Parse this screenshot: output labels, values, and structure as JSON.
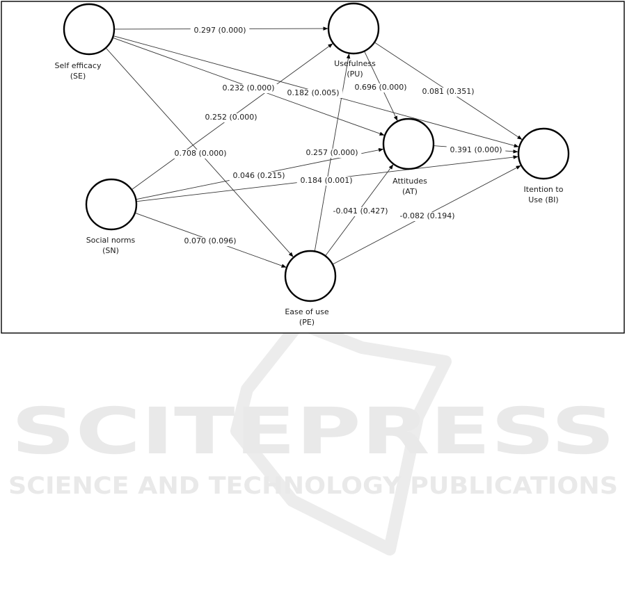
{
  "diagram": {
    "nodes": [
      {
        "id": "SE",
        "label_lines": [
          "Self efficacy",
          "(SE)"
        ]
      },
      {
        "id": "PU",
        "label_lines": [
          "Usefulness",
          "(PU)"
        ]
      },
      {
        "id": "AT",
        "label_lines": [
          "Attitudes",
          "(AT)"
        ]
      },
      {
        "id": "BI",
        "label_lines": [
          "Itention to",
          "Use (BI)"
        ]
      },
      {
        "id": "SN",
        "label_lines": [
          "Social norms",
          "(SN)"
        ]
      },
      {
        "id": "PE",
        "label_lines": [
          "Ease of use",
          "(PE)"
        ]
      }
    ],
    "edges": [
      {
        "from": "SE",
        "to": "PU",
        "label": "0.297 (0.000)"
      },
      {
        "from": "SE",
        "to": "AT",
        "label": "0.232 (0.000)"
      },
      {
        "from": "SE",
        "to": "BI",
        "label": "0.182 (0.005)"
      },
      {
        "from": "SE",
        "to": "PE",
        "label": "0.708 (0.000)"
      },
      {
        "from": "SN",
        "to": "PU",
        "label": "0.252 (0.000)"
      },
      {
        "from": "SN",
        "to": "AT",
        "label": "0.046 (0.215)"
      },
      {
        "from": "SN",
        "to": "BI",
        "label": "0.184 (0.001)"
      },
      {
        "from": "SN",
        "to": "PE",
        "label": "0.070 (0.096)"
      },
      {
        "from": "PU",
        "to": "AT",
        "label": "0.696 (0.000)"
      },
      {
        "from": "PU",
        "to": "BI",
        "label": "0.081 (0.351)"
      },
      {
        "from": "AT",
        "to": "BI",
        "label": "0.391 (0.000)"
      },
      {
        "from": "PE",
        "to": "PU",
        "label": "0.257 (0.000)"
      },
      {
        "from": "PE",
        "to": "AT",
        "label": "-0.041 (0.427)"
      },
      {
        "from": "PE",
        "to": "BI",
        "label": "-0.082 (0.194)"
      }
    ]
  },
  "watermark": {
    "logo_text": "SCITEPRESS",
    "tagline": "SCIENCE AND TECHNOLOGY PUBLICATIONS"
  }
}
